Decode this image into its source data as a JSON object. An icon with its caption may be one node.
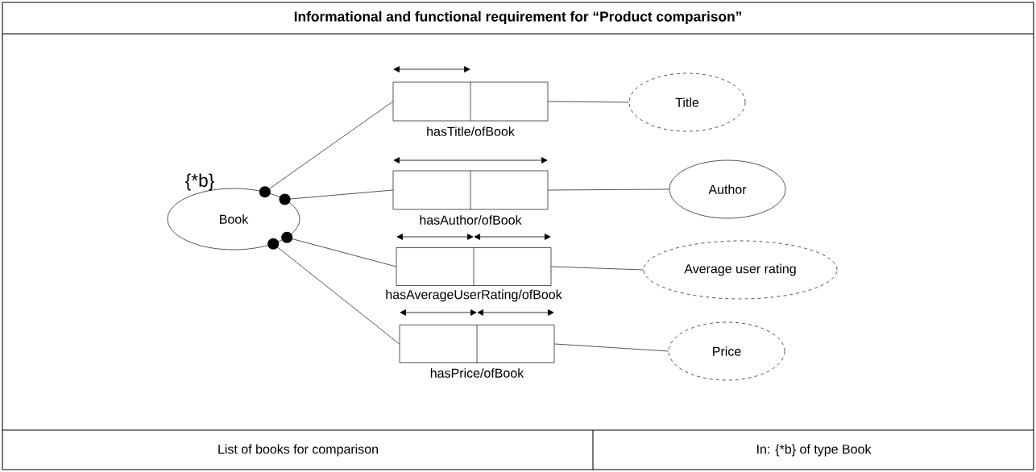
{
  "diagram": {
    "title": "Informational and functional requirement for “Product comparison”",
    "nodes": [
      {
        "text": [
          "Book"
        ],
        "beside": [
          "{*b}"
        ]
      },
      {
        "text": [],
        "shape": "box",
        "beside": [
          "hasTitle/ofBook"
        ]
      },
      {
        "text": [],
        "shape": "box",
        "beside": [
          "hasAuthor/ofBook"
        ]
      },
      {
        "text": [],
        "shape": "box",
        "beside": [
          "hasAverageUserRating/ofBook"
        ]
      },
      {
        "text": [],
        "shape": "box",
        "beside": [
          "hasPrice/ofBook"
        ]
      },
      {
        "text": [
          "Title"
        ]
      },
      {
        "text": [
          "Author"
        ]
      },
      {
        "text": [
          "Average user rating"
        ]
      },
      {
        "text": [
          "Price"
        ]
      }
    ],
    "edges": [
      {
        "from": 0,
        "to": 1,
        "arrow": "other"
      },
      {
        "from": 0,
        "to": 2,
        "arrow": "other"
      },
      {
        "from": 0,
        "to": 3,
        "arrow": "other"
      },
      {
        "from": 0,
        "to": 4,
        "arrow": "other"
      },
      {
        "from": 1,
        "to": 5,
        "arrow": "none"
      },
      {
        "from": 2,
        "to": 6,
        "arrow": "none"
      },
      {
        "from": 3,
        "to": 7,
        "arrow": "none"
      },
      {
        "from": 4,
        "to": 8,
        "arrow": "none"
      }
    ],
    "labels": [
      "List of books for comparison",
      "In: {*b} of type Book"
    ]
  }
}
